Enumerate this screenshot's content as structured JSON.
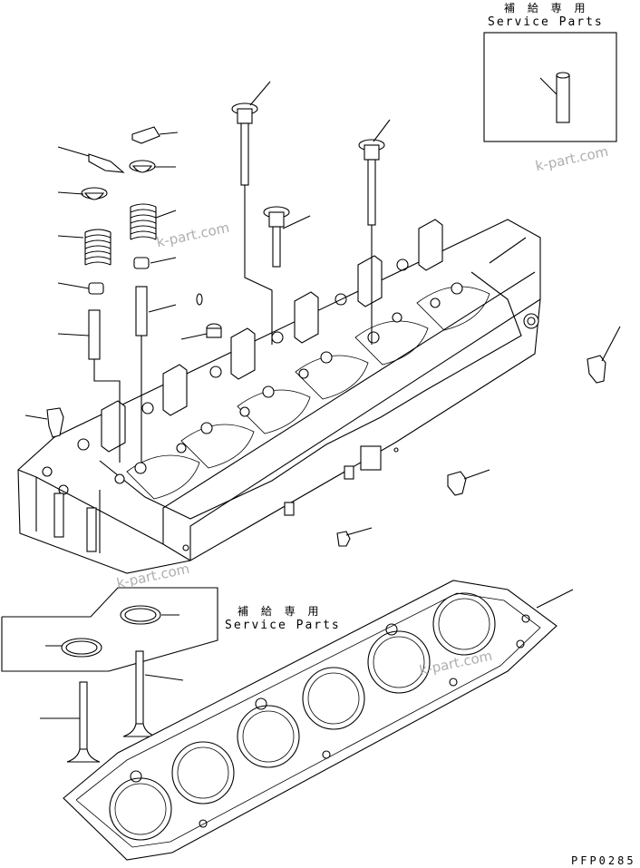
{
  "service_top": {
    "jp": "補 給 専 用",
    "en": "Service Parts"
  },
  "service_bottom": {
    "jp": "補 給 専 用",
    "en": "Service Parts"
  },
  "watermarks": [
    "k-part.com",
    "k-part.com",
    "k-part.com",
    "k-part.com"
  ],
  "drawing_code": "PFP0285",
  "colors": {
    "line": "#000000",
    "watermark": "#9a9a9a",
    "background": "#ffffff"
  }
}
